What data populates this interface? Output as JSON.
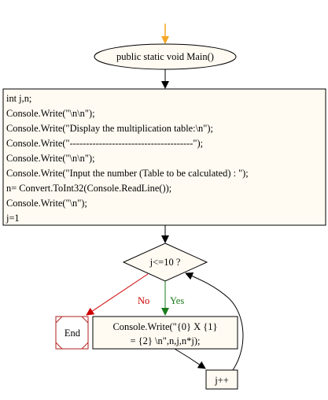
{
  "start": {
    "label": "public static void Main()"
  },
  "process": {
    "lines": [
      "int j,n;",
      "Console.Write(\"\\n\\n\");",
      "Console.Write(\"Display the multiplication table:\\n\");",
      "Console.Write(\"--------------------------------------\");",
      "Console.Write(\"\\n\\n\");",
      "Console.Write(\"Input the number (Table to be calculated) : \");",
      "n= Convert.ToInt32(Console.ReadLine());",
      "Console.Write(\"\\n\");",
      "j=1"
    ]
  },
  "decision": {
    "label": "j<=10 ?"
  },
  "branches": {
    "no": "No",
    "yes": "Yes"
  },
  "end": {
    "label": "End"
  },
  "body": {
    "line1": "Console.Write(\"{0} X {1}",
    "line2": "= {2} \\n\",n,j,n*j);"
  },
  "increment": {
    "label": "j++"
  },
  "colors": {
    "start_arrow": "#f5a623",
    "no": "#cc0000",
    "yes": "#1a7a1a",
    "end_border": "#b22222",
    "box_fill": "#fffaf2"
  }
}
